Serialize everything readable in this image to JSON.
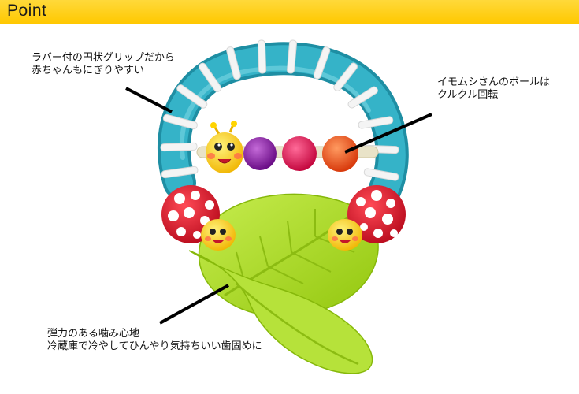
{
  "header": {
    "title": "Point"
  },
  "callouts": {
    "grip": {
      "line1": "ラバー付の円状グリップだから",
      "line2": "赤ちゃんもにぎりやすい"
    },
    "ball": {
      "line1": "イモムシさんのボールは",
      "line2": "クルクル回転"
    },
    "leaf": {
      "line1": "弾力のある噛み心地",
      "line2": "冷蔵庫で冷やしてひんやり気持ちいい歯固めに"
    }
  },
  "colors": {
    "header": "#ffcc00",
    "ring": "#29a3b8",
    "ring_band": "#f2f2f2",
    "ladybug": "#e0192c",
    "leaf": "#a6d81c",
    "bead_purple": "#8a1aa8",
    "bead_pink": "#e8195a",
    "bead_orange": "#f04818",
    "caterpillar": "#ffd400"
  }
}
